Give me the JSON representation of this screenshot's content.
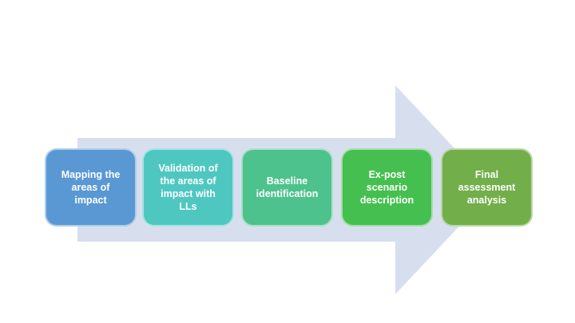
{
  "colors": {
    "background": "#FFFFFF",
    "arrow": "#D7DFEF",
    "step_text": "#FFFFFF"
  },
  "diagram": {
    "type": "process-flow-arrow",
    "direction": "right",
    "steps": [
      {
        "label": "Mapping the\nareas of\nimpact",
        "color": "#5998D3"
      },
      {
        "label": "Validation of\nthe areas of\nimpact with\nLLs",
        "color": "#4FC7C1"
      },
      {
        "label": "Baseline\nidentification",
        "color": "#4DC28C"
      },
      {
        "label": "Ex-post\nscenario\ndescription",
        "color": "#45BF4F"
      },
      {
        "label": "Final\nassessment\nanalysis",
        "color": "#72AE4A"
      }
    ]
  }
}
